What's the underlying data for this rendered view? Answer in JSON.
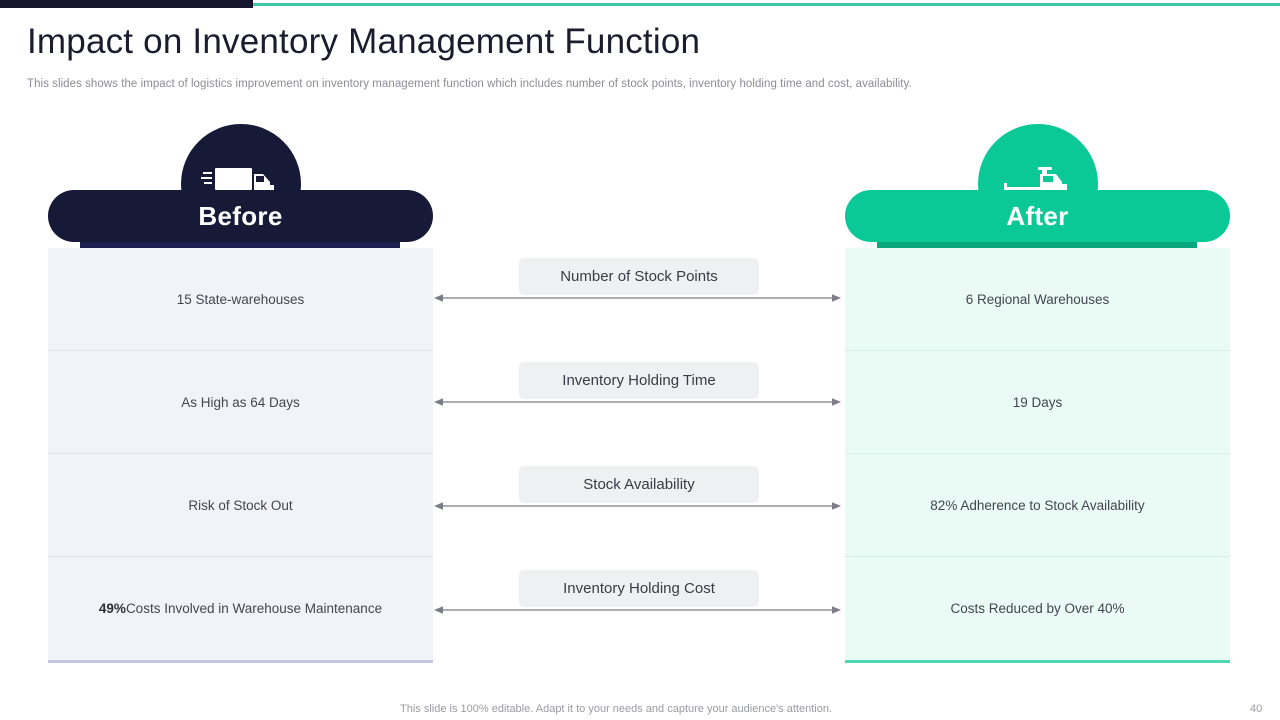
{
  "header": {
    "title": "Impact on Inventory Management Function",
    "subtitle": "This slides shows the impact of logistics improvement on inventory  management function which includes number of stock points, inventory  holding time and cost, availability."
  },
  "theme": {
    "navy": "#171a36",
    "navy_shadow": "#1b2050",
    "green": "#0bc997",
    "green_shadow": "#07a77c",
    "teal_rule": "#3fc6a8",
    "before_cell_bg": "#f1f3f9",
    "after_cell_bg": "#e9fbf4",
    "mid_label_bg": "#eff0f2"
  },
  "columns": {
    "before": {
      "label": "Before",
      "icon": "box-truck-icon",
      "rows": [
        {
          "text": "15 State-warehouses",
          "bold_prefix": ""
        },
        {
          "text": "As High as 64 Days",
          "bold_prefix": ""
        },
        {
          "text": "Risk of Stock Out",
          "bold_prefix": ""
        },
        {
          "text": " Costs Involved  in Warehouse  Maintenance",
          "bold_prefix": "49%"
        }
      ]
    },
    "after": {
      "label": "After",
      "icon": "flatbed-truck-icon",
      "rows": [
        {
          "text": "6 Regional Warehouses",
          "bold_prefix": ""
        },
        {
          "text": "19 Days",
          "bold_prefix": ""
        },
        {
          "text": "82% Adherence to Stock Availability",
          "bold_prefix": ""
        },
        {
          "text": "Costs Reduced by Over 40%",
          "bold_prefix": ""
        }
      ]
    }
  },
  "metrics": [
    {
      "label": "Number of Stock Points"
    },
    {
      "label": "Inventory Holding Time"
    },
    {
      "label": "Stock Availability"
    },
    {
      "label": "Inventory Holding Cost"
    }
  ],
  "footer": {
    "note": "This slide is 100% editable. Adapt it to your needs and capture your audience's attention.",
    "page": "40"
  }
}
